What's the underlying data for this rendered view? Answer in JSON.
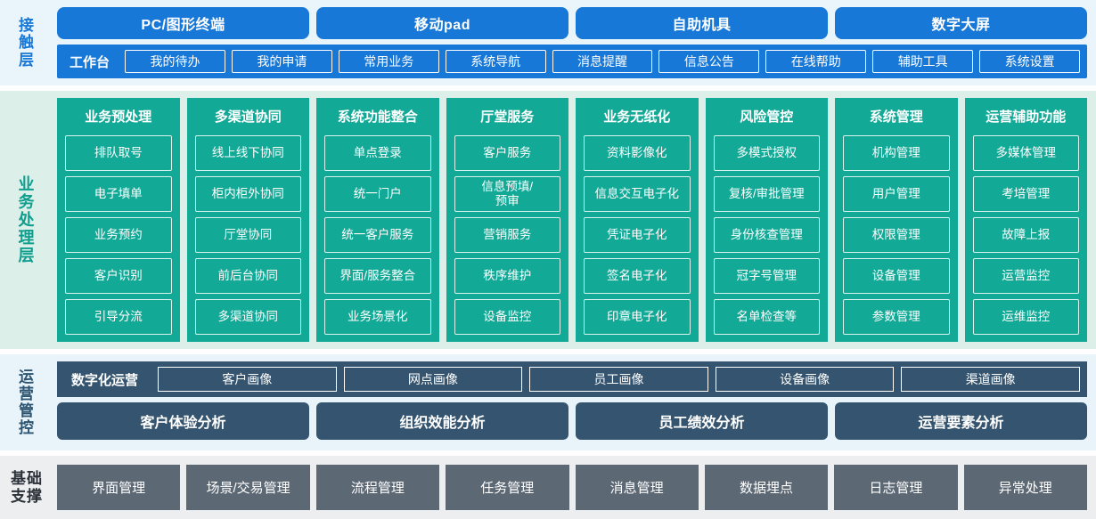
{
  "colors": {
    "contact_bg": "#eaf4fb",
    "contact_accent": "#1878d8",
    "business_bg": "#dcefe9",
    "business_accent": "#12a996",
    "ops_bg": "#e8f4fa",
    "ops_accent": "#35546f",
    "base_bg": "#eceef0",
    "base_accent": "#5d6875"
  },
  "contact": {
    "label": "接触层",
    "channels": [
      "PC/图形终端",
      "移动pad",
      "自助机具",
      "数字大屏"
    ],
    "workbench_title": "工作台",
    "workbench_items": [
      "我的待办",
      "我的申请",
      "常用业务",
      "系统导航",
      "消息提醒",
      "信息公告",
      "在线帮助",
      "辅助工具",
      "系统设置"
    ]
  },
  "business": {
    "label": "业务处理层",
    "columns": [
      {
        "title": "业务预处理",
        "items": [
          "排队取号",
          "电子填单",
          "业务预约",
          "客户识别",
          "引导分流"
        ]
      },
      {
        "title": "多渠道协同",
        "items": [
          "线上线下协同",
          "柜内柜外协同",
          "厅堂协同",
          "前后台协同",
          "多渠道协同"
        ]
      },
      {
        "title": "系统功能整合",
        "items": [
          "单点登录",
          "统一门户",
          "统一客户服务",
          "界面/服务整合",
          "业务场景化"
        ]
      },
      {
        "title": "厅堂服务",
        "items": [
          "客户服务",
          "信息预填/\n预审",
          "营销服务",
          "秩序维护",
          "设备监控"
        ]
      },
      {
        "title": "业务无纸化",
        "items": [
          "资料影像化",
          "信息交互电子化",
          "凭证电子化",
          "签名电子化",
          "印章电子化"
        ]
      },
      {
        "title": "风险管控",
        "items": [
          "多模式授权",
          "复核/审批管理",
          "身份核查管理",
          "冠字号管理",
          "名单检查等"
        ]
      },
      {
        "title": "系统管理",
        "items": [
          "机构管理",
          "用户管理",
          "权限管理",
          "设备管理",
          "参数管理"
        ]
      },
      {
        "title": "运营辅助功能",
        "items": [
          "多媒体管理",
          "考培管理",
          "故障上报",
          "运营监控",
          "运维监控"
        ]
      }
    ]
  },
  "operations": {
    "label": "运营管控",
    "digital_title": "数字化运营",
    "portraits": [
      "客户画像",
      "网点画像",
      "员工画像",
      "设备画像",
      "渠道画像"
    ],
    "analysis": [
      "客户体验分析",
      "组织效能分析",
      "员工绩效分析",
      "运营要素分析"
    ]
  },
  "foundation": {
    "label": "基础支撑",
    "items": [
      "界面管理",
      "场景/交易管理",
      "流程管理",
      "任务管理",
      "消息管理",
      "数据埋点",
      "日志管理",
      "异常处理"
    ]
  }
}
